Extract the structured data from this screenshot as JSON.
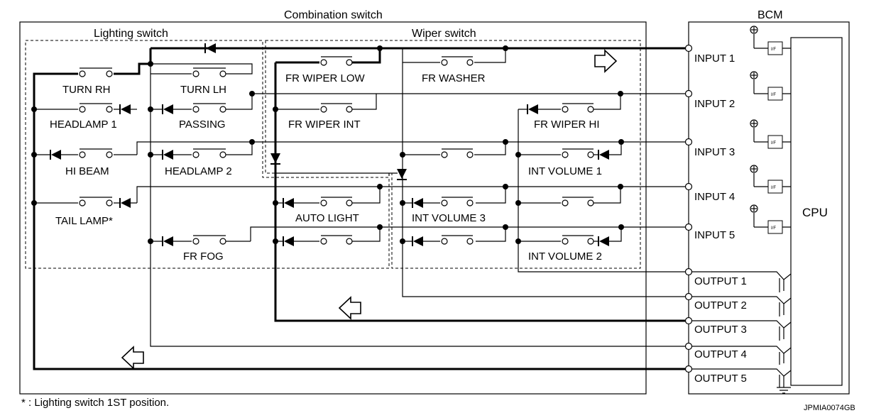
{
  "titles": {
    "combination_switch": "Combination switch",
    "lighting_switch": "Lighting switch",
    "wiper_switch": "Wiper switch",
    "bcm": "BCM",
    "cpu": "CPU"
  },
  "switches": {
    "turn_rh": "TURN RH",
    "turn_lh": "TURN LH",
    "headlamp_1": "HEADLAMP 1",
    "passing": "PASSING",
    "hi_beam": "HI BEAM",
    "headlamp_2": "HEADLAMP 2",
    "tail_lamp": "TAIL LAMP*",
    "fr_fog": "FR FOG",
    "fr_wiper_low": "FR WIPER LOW",
    "fr_washer": "FR WASHER",
    "fr_wiper_int": "FR WIPER INT",
    "fr_wiper_hi": "FR WIPER HI",
    "int_volume_1": "INT VOLUME 1",
    "auto_light": "AUTO LIGHT",
    "int_volume_3": "INT VOLUME 3",
    "int_volume_2": "INT VOLUME 2"
  },
  "bcm_inputs": [
    "INPUT 1",
    "INPUT 2",
    "INPUT 3",
    "INPUT 4",
    "INPUT 5"
  ],
  "bcm_outputs": [
    "OUTPUT 1",
    "OUTPUT 2",
    "OUTPUT 3",
    "OUTPUT 4",
    "OUTPUT 5"
  ],
  "interface_label": "I/F",
  "footnote": "* : Lighting switch 1ST position.",
  "figure_code": "JPMIA0074GB"
}
